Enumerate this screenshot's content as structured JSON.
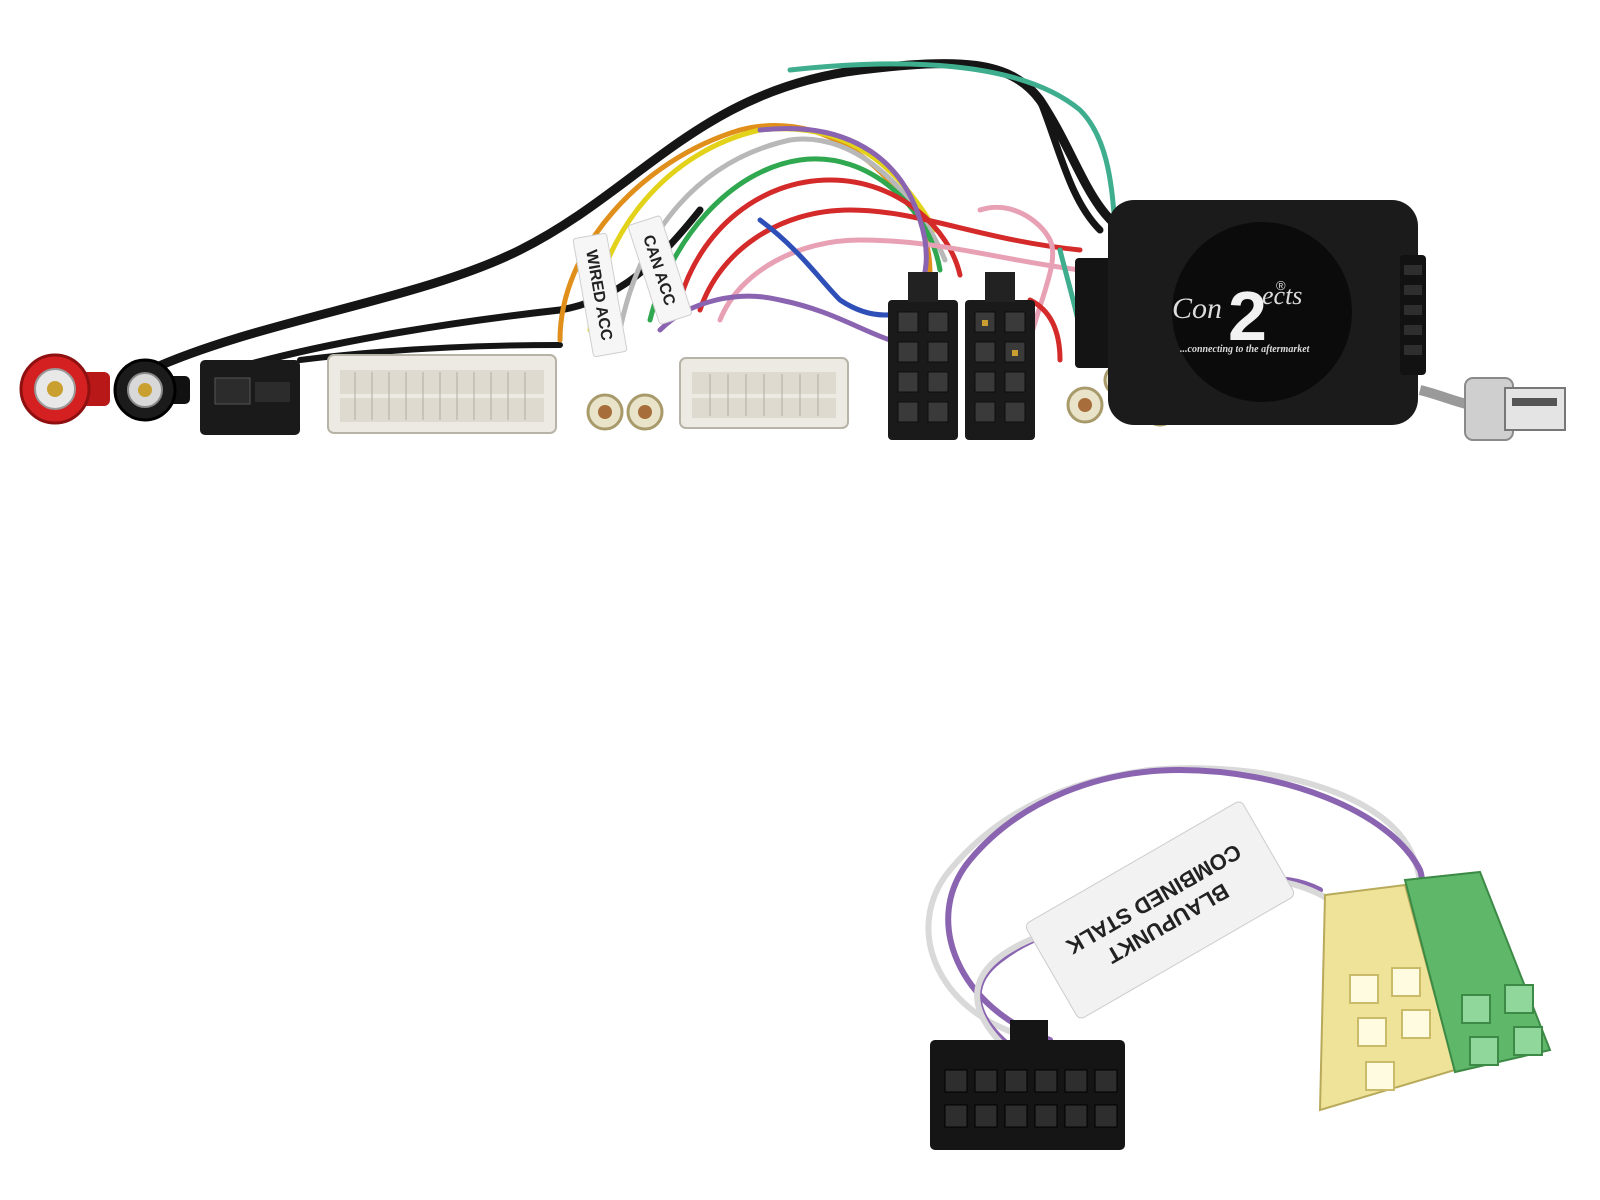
{
  "colors": {
    "background": "#ffffff",
    "module_body": "#1b1b1b",
    "connector_white": "#eceae2",
    "connector_black": "#1a1a1a",
    "connector_yellow": "#f0e68c",
    "connector_green": "#5fb86a",
    "wire_purple": "#8a64b0",
    "rca_red": "#d42020"
  },
  "wire_tags": {
    "can_acc": "CAN ACC",
    "wired_acc": "WIRED ACC"
  },
  "module": {
    "brand_prefix": "Con",
    "brand_suffix": "ects",
    "brand_number": "2",
    "registered_mark": "®",
    "tagline": "...connecting to the aftermarket"
  },
  "lead_tag": {
    "line1": "BLAUPUNKT",
    "line2": "COMBINED STALK"
  }
}
